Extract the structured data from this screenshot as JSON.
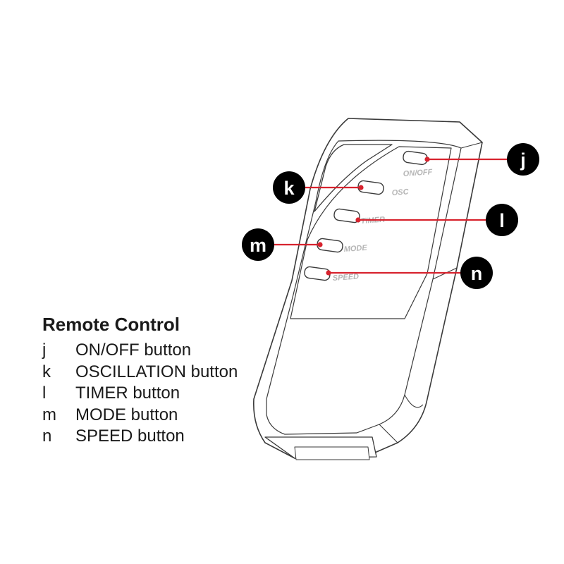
{
  "remote": {
    "buttons": [
      {
        "key": "j",
        "label": "ON/OFF"
      },
      {
        "key": "k",
        "label": "OSC"
      },
      {
        "key": "l",
        "label": "TIMER"
      },
      {
        "key": "m",
        "label": "MODE"
      },
      {
        "key": "n",
        "label": "SPEED"
      }
    ]
  },
  "legend": {
    "title": "Remote Control",
    "items": [
      {
        "key": "j",
        "text": "ON/OFF button"
      },
      {
        "key": "k",
        "text": "OSCILLATION button"
      },
      {
        "key": "l",
        "text": "TIMER button"
      },
      {
        "key": "m",
        "text": "MODE button"
      },
      {
        "key": "n",
        "text": "SPEED button"
      }
    ]
  },
  "colors": {
    "callout_line": "#d7232e",
    "callout_circle": "#000000",
    "outline": "#3a3a3a"
  }
}
